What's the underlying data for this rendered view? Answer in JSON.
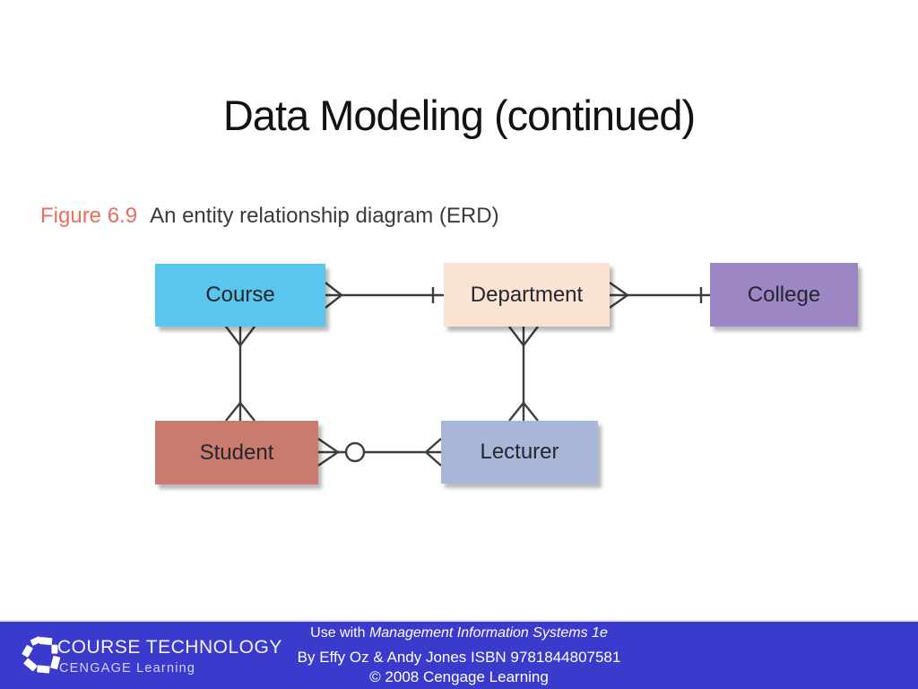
{
  "slide": {
    "title": "Data Modeling (continued)"
  },
  "figure": {
    "label": "Figure 6.9",
    "caption": "An entity relationship diagram (ERD)"
  },
  "diagram": {
    "line_color": "#3d3d3d",
    "entities": [
      {
        "id": "course",
        "label": "Course",
        "color": "#5ac6ee"
      },
      {
        "id": "department",
        "label": "Department",
        "color": "#fbe3d3"
      },
      {
        "id": "college",
        "label": "College",
        "color": "#9c86c3"
      },
      {
        "id": "student",
        "label": "Student",
        "color": "#c97b6e"
      },
      {
        "id": "lecturer",
        "label": "Lecturer",
        "color": "#a8b6d8"
      }
    ],
    "relationships": [
      {
        "from": "Course",
        "to": "Department",
        "notation": "crow-foot at Course, single bar at Department"
      },
      {
        "from": "Department",
        "to": "College",
        "notation": "crow-foot at Department, single bar at College"
      },
      {
        "from": "Student",
        "to": "Lecturer",
        "notation": "crow-foot at Student with optional circle, crow-foot at Lecturer"
      },
      {
        "from": "Course",
        "to": "Student",
        "notation": "crow-foot at both ends"
      },
      {
        "from": "Department",
        "to": "Lecturer",
        "notation": "crow-foot at both ends"
      }
    ]
  },
  "footer": {
    "accent_color": "#3a3acd",
    "logo": {
      "brand": "COURSE TECHNOLOGY",
      "sub_brand": "CENGAGE Learning"
    },
    "use_with_prefix": "Use with ",
    "book_title": "Management Information Systems 1e",
    "authors_line": "By Effy Oz & Andy Jones ISBN 9781844807581",
    "copyright_line": "© 2008 Cengage Learning"
  }
}
